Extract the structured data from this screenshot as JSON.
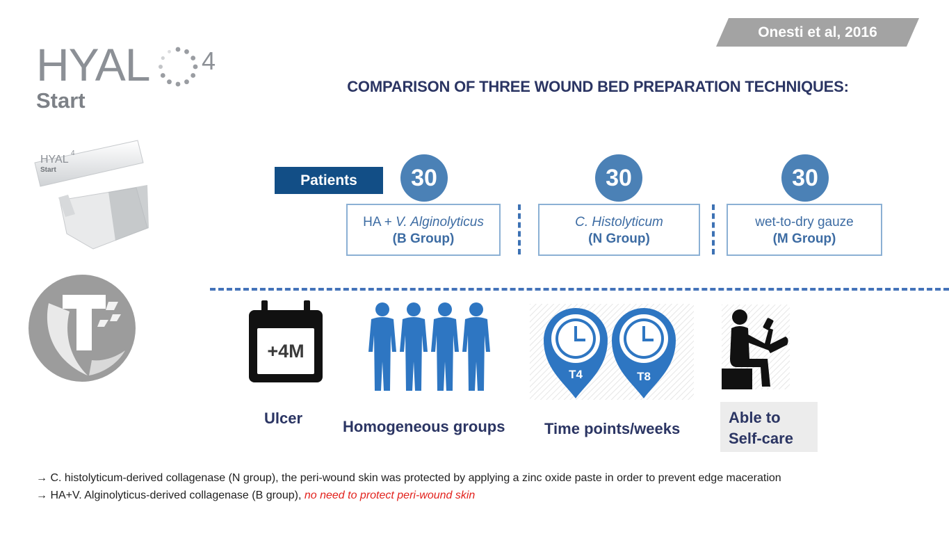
{
  "citation": "Onesti et al, 2016",
  "logo": {
    "brand": "HYAL",
    "superscript": "4",
    "subtitle": "Start"
  },
  "title": "COMPARISON OF THREE WOUND BED PREPARATION TECHNIQUES:",
  "product": {
    "brand": "HYAL",
    "superscript": "4",
    "subtitle": "Start"
  },
  "patients": {
    "label": "Patients",
    "groups": [
      {
        "count": "30",
        "treatment": "HA + V. Alginolyticus",
        "treatment_prefix": "HA + ",
        "treatment_italic": "V. Alginolyticus",
        "group": "(B Group)"
      },
      {
        "count": "30",
        "treatment": "C. Histolyticum",
        "treatment_prefix": "",
        "treatment_italic": "C. Histolyticum",
        "group": "(N Group)"
      },
      {
        "count": "30",
        "treatment": "wet-to-dry gauze",
        "treatment_prefix": "wet-to-dry gauze",
        "treatment_italic": "",
        "group": "(M Group)"
      }
    ]
  },
  "features": {
    "ulcer": {
      "badge": "+4M",
      "caption": "Ulcer"
    },
    "groups": {
      "caption": "Homogeneous groups"
    },
    "time": {
      "markers": [
        "T4",
        "T8"
      ],
      "caption": "Time points/weeks"
    },
    "selfcare": {
      "caption_line1": "Able to",
      "caption_line2": "Self-care"
    }
  },
  "notes": {
    "arrow": "→",
    "line1": "C. histolyticum-derived collagenase (N group), the peri-wound skin was protected by applying a zinc oxide paste in order to prevent edge maceration",
    "line2_main": "HA+V. Alginolyticus-derived collagenase (B group), ",
    "line2_highlight": "no need to protect peri-wound skin"
  },
  "colors": {
    "navy": "#2b3563",
    "accent_blue": "#124e86",
    "circle_blue": "#4b81b6",
    "icon_blue": "#2e76c2",
    "highlight_red": "#e2221d"
  },
  "icons": [
    "logo-dots-icon",
    "product-tube-image",
    "t-emblem-icon",
    "calendar-icon",
    "people-icon",
    "clock-pin-icon",
    "self-care-icon"
  ]
}
